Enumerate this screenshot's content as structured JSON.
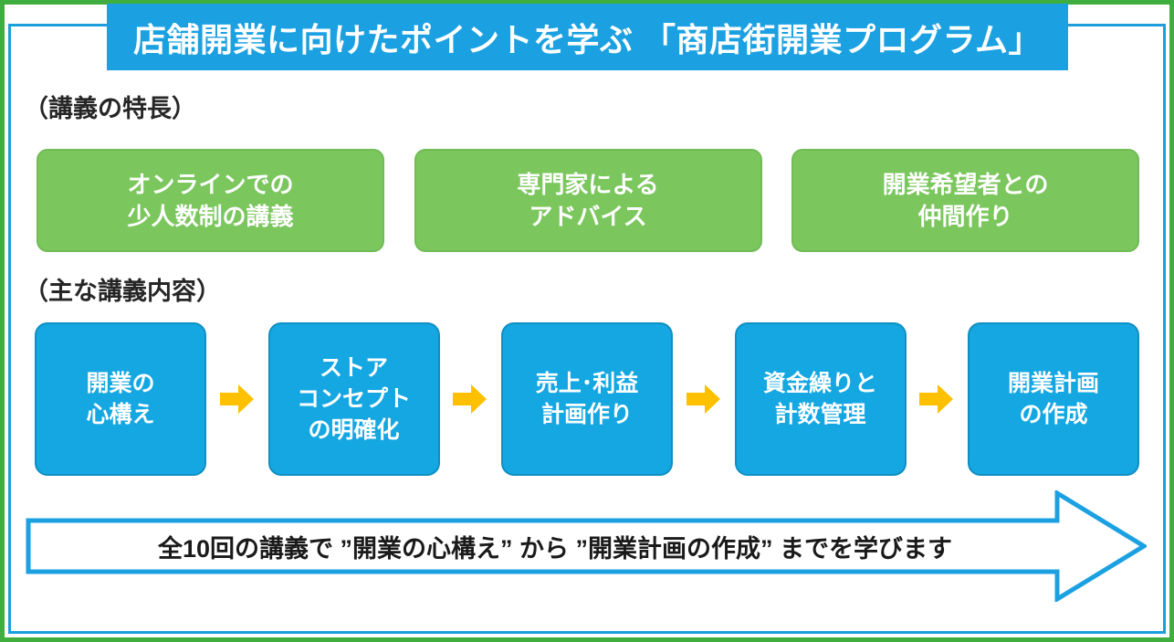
{
  "title": {
    "text": "店舗開業に向けたポイントを学ぶ 「商店街開業プログラム」"
  },
  "sections": {
    "features_label": "（講義の特長）",
    "contents_label": "（主な講義内容）"
  },
  "features": [
    {
      "line1": "オンラインでの",
      "line2": "少人数制の講義"
    },
    {
      "line1": "専門家による",
      "line2": "アドバイス"
    },
    {
      "line1": "開業希望者との",
      "line2": "仲間作り"
    }
  ],
  "steps": [
    {
      "line1": "開業の",
      "line2": "心構え",
      "line3": ""
    },
    {
      "line1": "ストア",
      "line2": "コンセプト",
      "line3": "の明確化"
    },
    {
      "line1": "売上･利益",
      "line2": "計画作り",
      "line3": ""
    },
    {
      "line1": "資金繰りと",
      "line2": "計数管理",
      "line3": ""
    },
    {
      "line1": "開業計画",
      "line2": "の作成",
      "line3": ""
    }
  ],
  "banner": {
    "text": "全10回の講義で ”開業の心構え” から ”開業計画の作成” までを学びます"
  },
  "colors": {
    "title_bg": "#1ba1e2",
    "feature_box": "#7bc75e",
    "step_box": "#15a7e2",
    "arrow": "#ffc000",
    "banner_stroke": "#1ba1e2",
    "outer_frame": "#3fae3f",
    "inner_frame": "#1a9fdc"
  }
}
